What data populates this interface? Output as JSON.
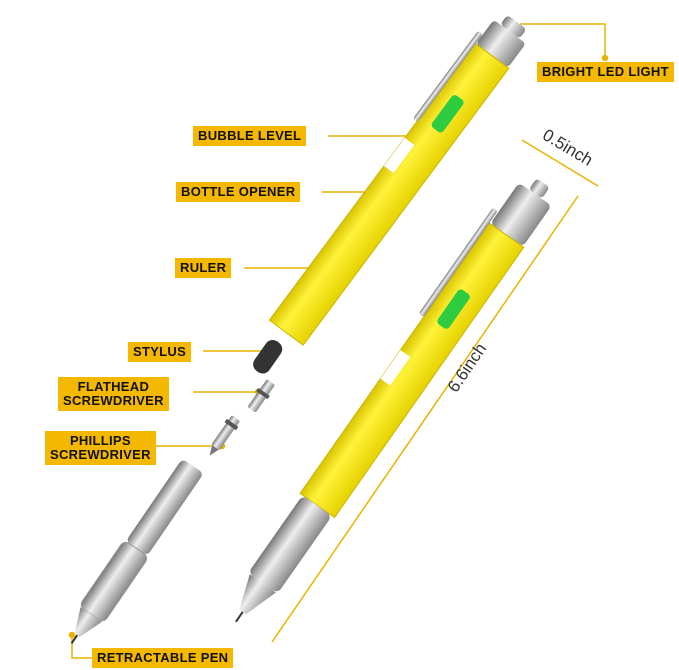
{
  "labels": {
    "led": "BRIGHT LED LIGHT",
    "bubble": "BUBBLE LEVEL",
    "opener": "BOTTLE OPENER",
    "ruler": "RULER",
    "stylus": "STYLUS",
    "flathead_1": "FLATHEAD",
    "flathead_2": "SCREWDRIVER",
    "phillips_1": "PHILLIPS",
    "phillips_2": "SCREWDRIVER",
    "pen": "RETRACTABLE PEN"
  },
  "dimensions": {
    "width": "0.5inch",
    "length": "6.6inch"
  },
  "colors": {
    "label_bg": "#F5B800",
    "pen_body": "#F2E21A",
    "leader": "#E8B400",
    "bubble": "#2ECC40"
  }
}
